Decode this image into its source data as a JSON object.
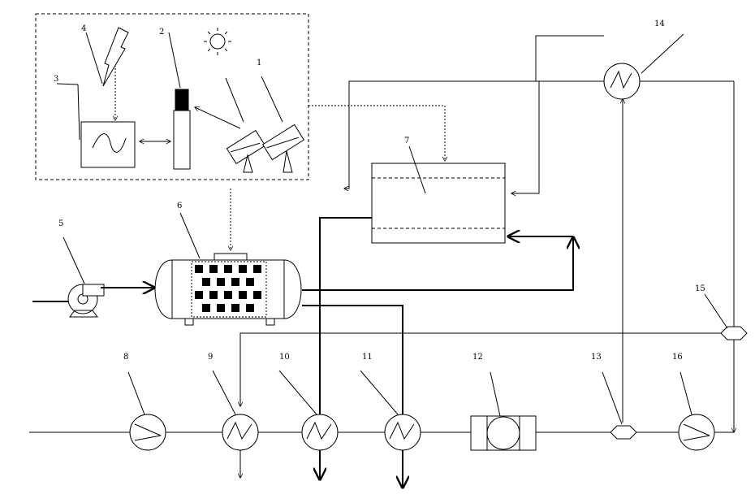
{
  "labels": {
    "n1": "1",
    "n2": "2",
    "n3": "3",
    "n4": "4",
    "n5": "5",
    "n6": "6",
    "n7": "7",
    "n8": "8",
    "n9": "9",
    "n10": "10",
    "n11": "11",
    "n12": "12",
    "n13": "13",
    "n14": "14",
    "n15": "15",
    "n16": "16"
  },
  "components": [
    {
      "id": "1",
      "icon": "solar-panel-icon"
    },
    {
      "id": "2",
      "icon": "battery-icon"
    },
    {
      "id": "3",
      "icon": "waveform-display-icon"
    },
    {
      "id": "4",
      "icon": "lightning-icon"
    },
    {
      "id": "5",
      "icon": "fan-blower-icon"
    },
    {
      "id": "6",
      "icon": "storage-tank-icon"
    },
    {
      "id": "7",
      "icon": "reservoir-tank-icon"
    },
    {
      "id": "8",
      "icon": "compressor-icon"
    },
    {
      "id": "9",
      "icon": "heat-exchanger-icon"
    },
    {
      "id": "10",
      "icon": "heat-exchanger-icon"
    },
    {
      "id": "11",
      "icon": "heat-exchanger-icon"
    },
    {
      "id": "12",
      "icon": "turbine-icon"
    },
    {
      "id": "13",
      "icon": "valve-icon"
    },
    {
      "id": "14",
      "icon": "heat-exchanger-icon"
    },
    {
      "id": "15",
      "icon": "valve-icon"
    },
    {
      "id": "16",
      "icon": "pump-icon"
    }
  ]
}
